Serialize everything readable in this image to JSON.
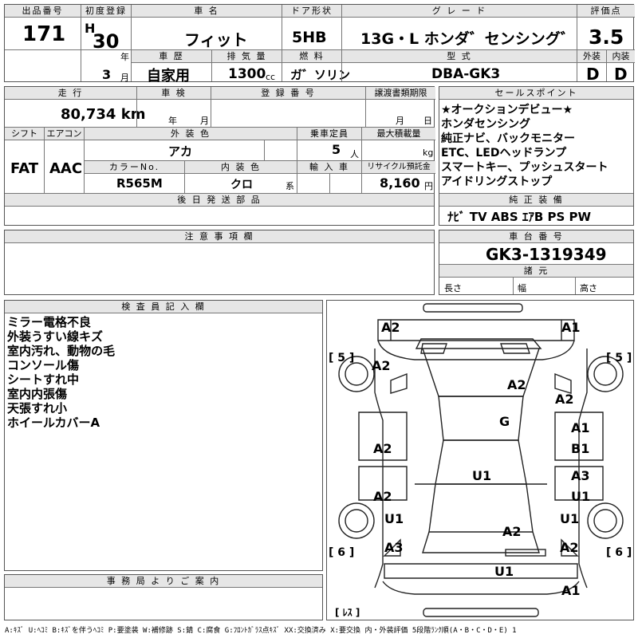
{
  "header": {
    "lot_label": "出品番号",
    "lot": "171",
    "first_reg_label": "初度登録",
    "era": "H",
    "year": "30",
    "year_unit": "年",
    "month": "3",
    "month_unit": "月",
    "name_label": "車 名",
    "name": "フィット",
    "door_label": "ドア形状",
    "door": "5HB",
    "grade_label": "グ レ ー ド",
    "grade": "13G・L ホンダ゛センシング゛",
    "score_label": "評価点",
    "score": "3.5",
    "history_label": "車 歴",
    "history": "自家用",
    "displacement_label": "排 気 量",
    "displacement": "1300",
    "displacement_unit": "cc",
    "fuel_label": "燃 料",
    "fuel": "ガ゛ソリン",
    "model_label": "型 式",
    "model": "DBA-GK3",
    "ext_label": "外装",
    "ext": "D",
    "int_label": "内装",
    "int": "D"
  },
  "spec": {
    "mileage_label": "走 行",
    "mileage": "80,734 km",
    "inspection_label": "車 検",
    "insp_year_unit": "年",
    "insp_month_unit": "月",
    "reg_label": "登 録 番 号",
    "transfer_label": "譲渡書類期限",
    "transfer_month_unit": "月",
    "transfer_day_unit": "日",
    "shift_label": "シフト",
    "shift": "FAT",
    "ac_label": "エアコン",
    "ac": "AAC",
    "color_label": "外 装 色",
    "color": "アカ",
    "capacity_label": "乗車定員",
    "capacity": "5",
    "capacity_unit": "人",
    "load_label": "最大積載量",
    "load_unit": "kg",
    "color_no_label": "カラーNo.",
    "color_no": "R565M",
    "interior_label": "内 装 色",
    "interior": "クロ",
    "interior_unit": "系",
    "import_label": "輸 入 車",
    "recycle_label": "リサイクル預託金",
    "recycle": "8,160",
    "recycle_unit": "円",
    "later_label": "後 日 発 送 部 品"
  },
  "sales": {
    "label": "セールスポイント",
    "lines": [
      "★オークションデビュー★",
      "ホンダセンシング",
      "純正ナビ、バックモニター",
      "ETC、LEDヘッドランプ",
      "スマートキー、プッシュスタート",
      "アイドリングストップ"
    ]
  },
  "equipment": {
    "label": "純 正 装 備",
    "value": "ﾅﾋﾞ TV ABS ｴｱB PS PW"
  },
  "chassis": {
    "label": "車 台 番 号",
    "value": "GK3-1319349"
  },
  "dims": {
    "label": "諸 元",
    "length": "長さ",
    "width": "幅",
    "height": "高さ"
  },
  "notes": {
    "label": "注 意 事 項 欄"
  },
  "inspector": {
    "label": "検 査 員 記 入 欄",
    "lines": [
      "ミラー電格不良",
      "外装うすい線キズ",
      "室内汚れ、動物の毛",
      "コンソール傷",
      "シートすれ中",
      "室内内張傷",
      "天張すれ小",
      "ホイールカバーA"
    ]
  },
  "office": {
    "label": "事 務 局 よ り ご 案 内"
  },
  "diagram": {
    "marks": [
      "A2",
      "A1",
      "A2",
      "A2",
      "A2",
      "G",
      "A1",
      "A2",
      "B1",
      "U1",
      "A3",
      "A2",
      "U1",
      "U1",
      "U1",
      "A2",
      "A3",
      "A2",
      "U1",
      "A1"
    ],
    "tags": [
      "[ 5 ]",
      "[ 5 ]",
      "[ 6 ]",
      "[ 6 ]",
      "[ ﾚｽ ]"
    ]
  },
  "legend": "A:ｷｽﾞ U:ﾍｺﾐ B:ｷｽﾞを伴うﾍｺﾐ P:要塗装 W:補修跡 S:錆 C:腐食 G:ﾌﾛﾝﾄｶﾞﾗｽ点ｷｽﾞ XX:交換済み X:要交換 内・外装評価 5段階ﾗﾝｸ順(A・B・C・D・E) 1"
}
